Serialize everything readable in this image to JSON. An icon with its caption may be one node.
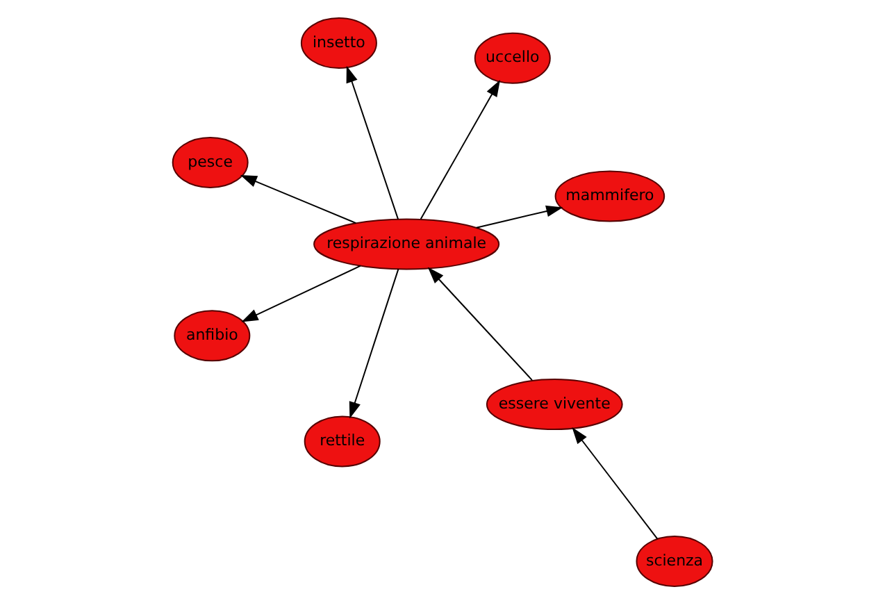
{
  "diagram": {
    "nodes": [
      {
        "text": [
          "pesce"
        ]
      },
      {
        "text": [
          "mammifero"
        ]
      },
      {
        "text": [
          "rettile"
        ]
      },
      {
        "text": [
          "insetto"
        ]
      },
      {
        "text": [
          "uccello"
        ]
      },
      {
        "text": [
          "respirazione animale"
        ]
      },
      {
        "text": [
          "anfibio"
        ]
      },
      {
        "text": [
          "essere vivente"
        ]
      },
      {
        "text": [
          "scienza"
        ]
      }
    ],
    "edges": [
      {
        "from": 5,
        "to": 0,
        "arrow": "to"
      },
      {
        "from": 5,
        "to": 1,
        "arrow": "to"
      },
      {
        "from": 5,
        "to": 2,
        "arrow": "to"
      },
      {
        "from": 5,
        "to": 3,
        "arrow": "to"
      },
      {
        "from": 5,
        "to": 4,
        "arrow": "to"
      },
      {
        "from": 5,
        "to": 6,
        "arrow": "to"
      },
      {
        "from": 7,
        "to": 5,
        "arrow": "to"
      },
      {
        "from": 8,
        "to": 7,
        "arrow": "to"
      }
    ]
  }
}
